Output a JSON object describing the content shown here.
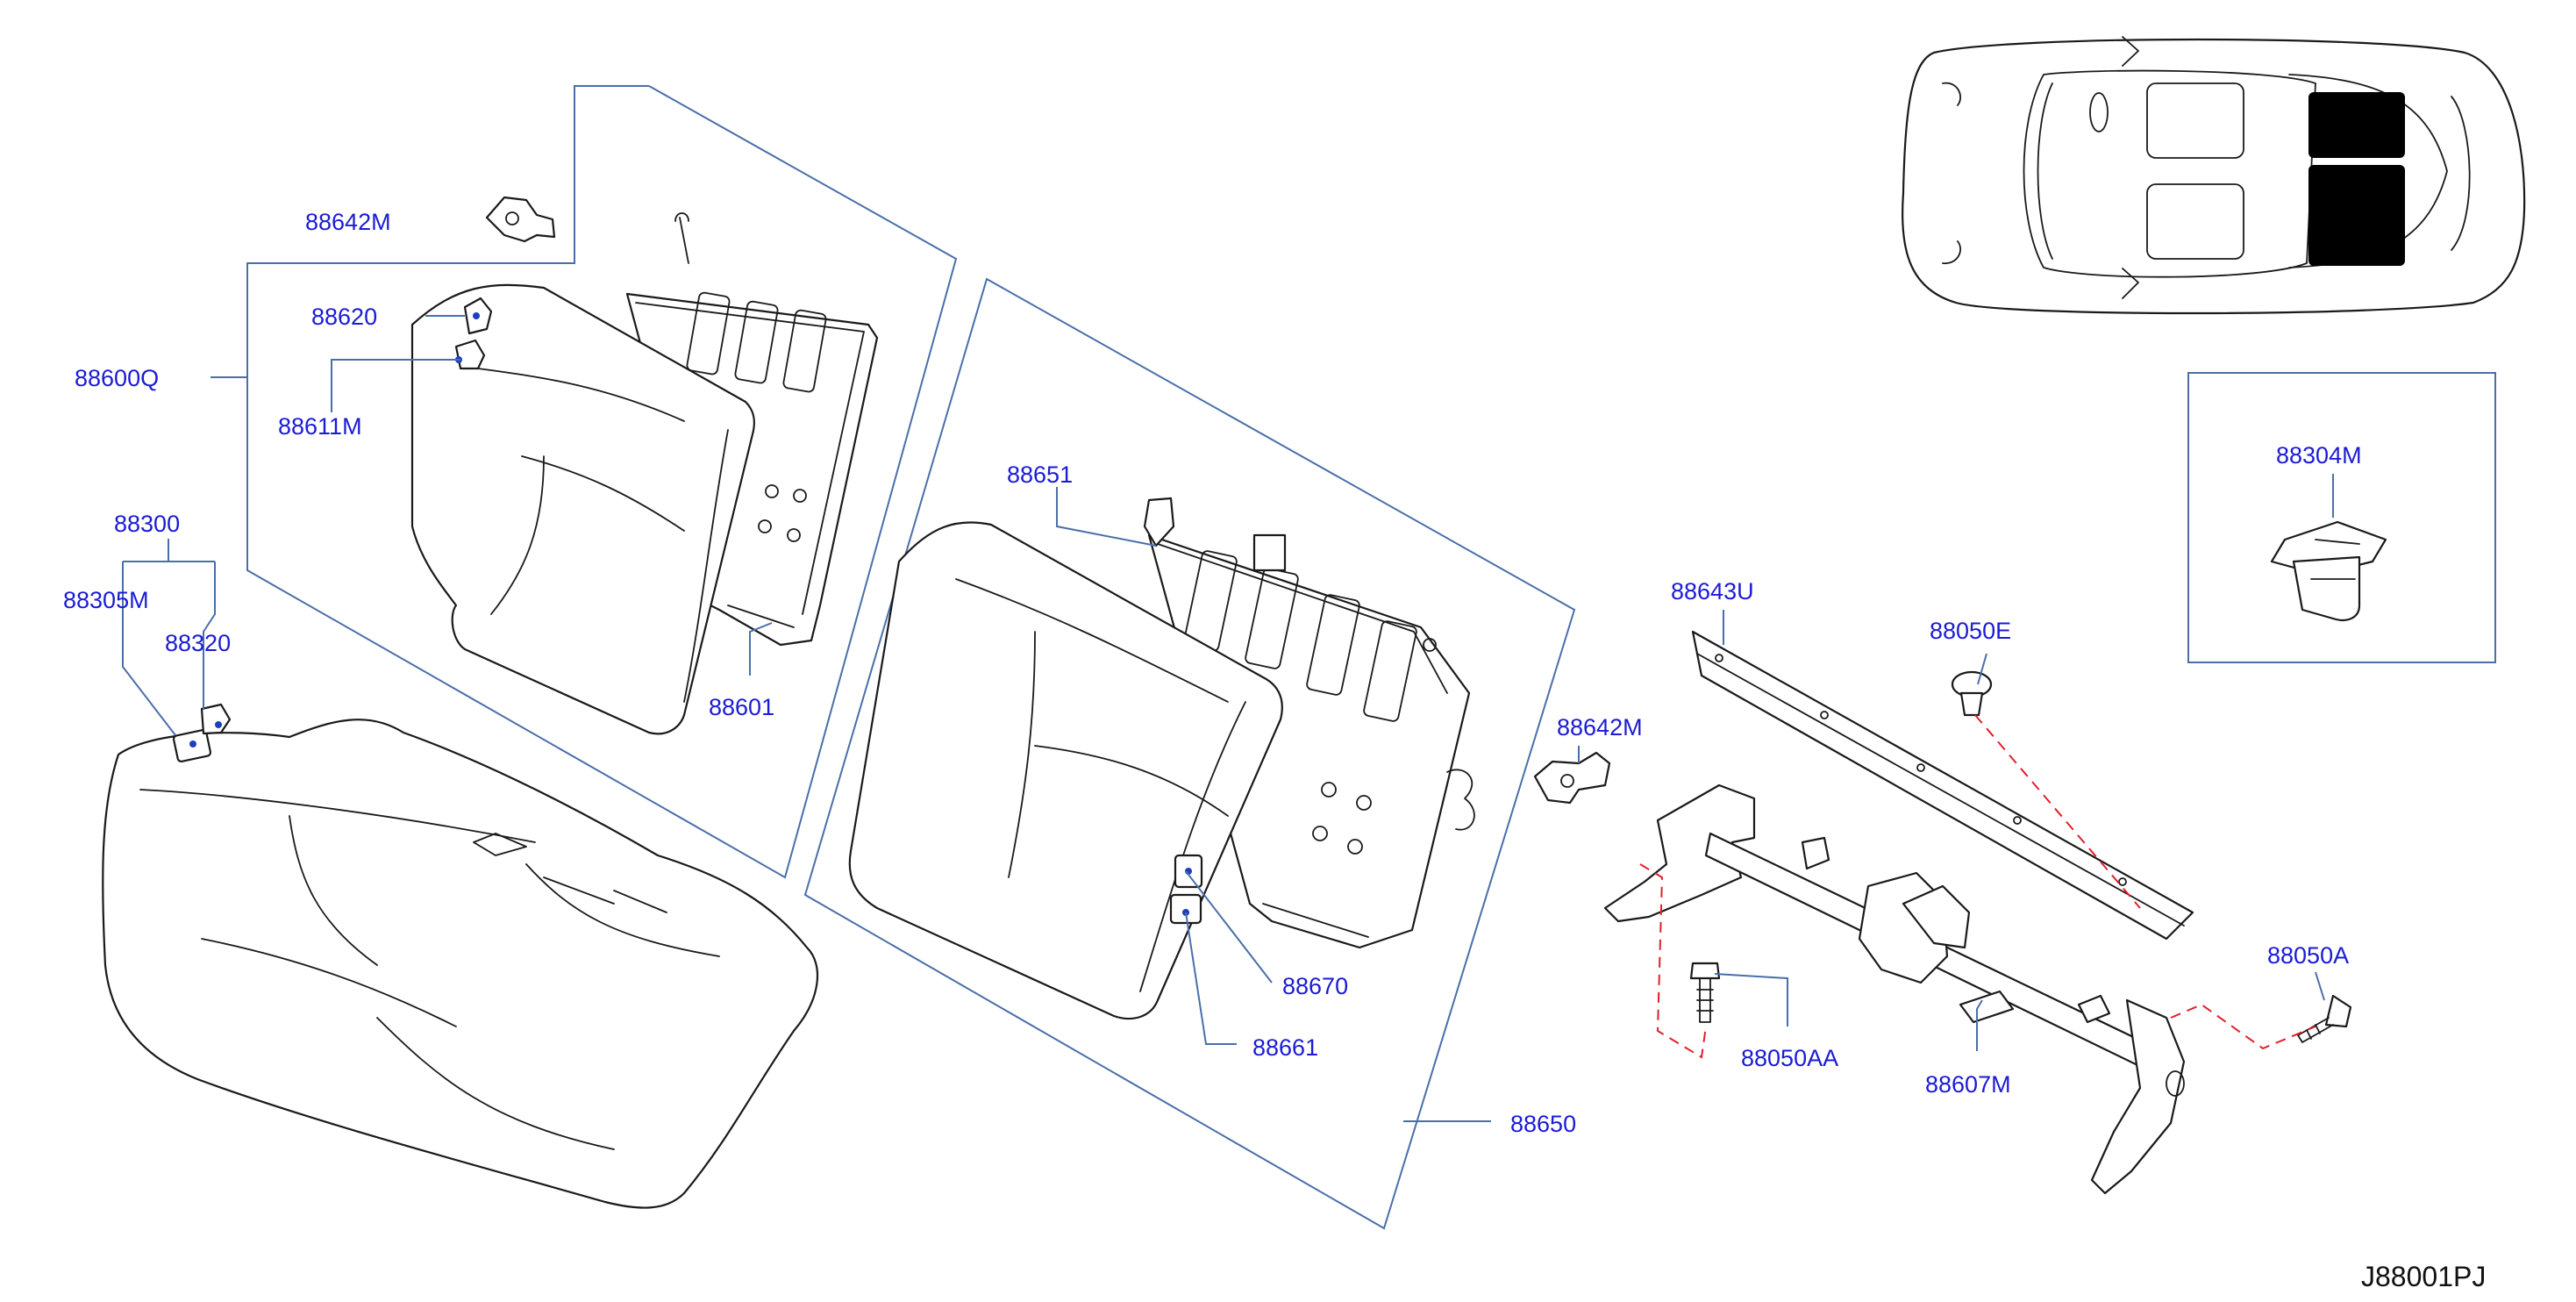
{
  "diagram_code": "J88001PJ",
  "callouts": {
    "c88642M_a": "88642M",
    "c88620": "88620",
    "c88600Q": "88600Q",
    "c88611M": "88611M",
    "c88300": "88300",
    "c88305M": "88305M",
    "c88320": "88320",
    "c88601": "88601",
    "c88651": "88651",
    "c88670": "88670",
    "c88661": "88661",
    "c88650": "88650",
    "c88643U": "88643U",
    "c88050E": "88050E",
    "c88642M_b": "88642M",
    "c88050AA": "88050AA",
    "c88607M": "88607M",
    "c88050A": "88050A",
    "c88304M": "88304M"
  },
  "colors": {
    "label": "#1b1bd6",
    "leader": "#4a6fa8",
    "fastener_path": "#e0202a",
    "outline": "#1a1a1a",
    "highlight": "#000000"
  }
}
